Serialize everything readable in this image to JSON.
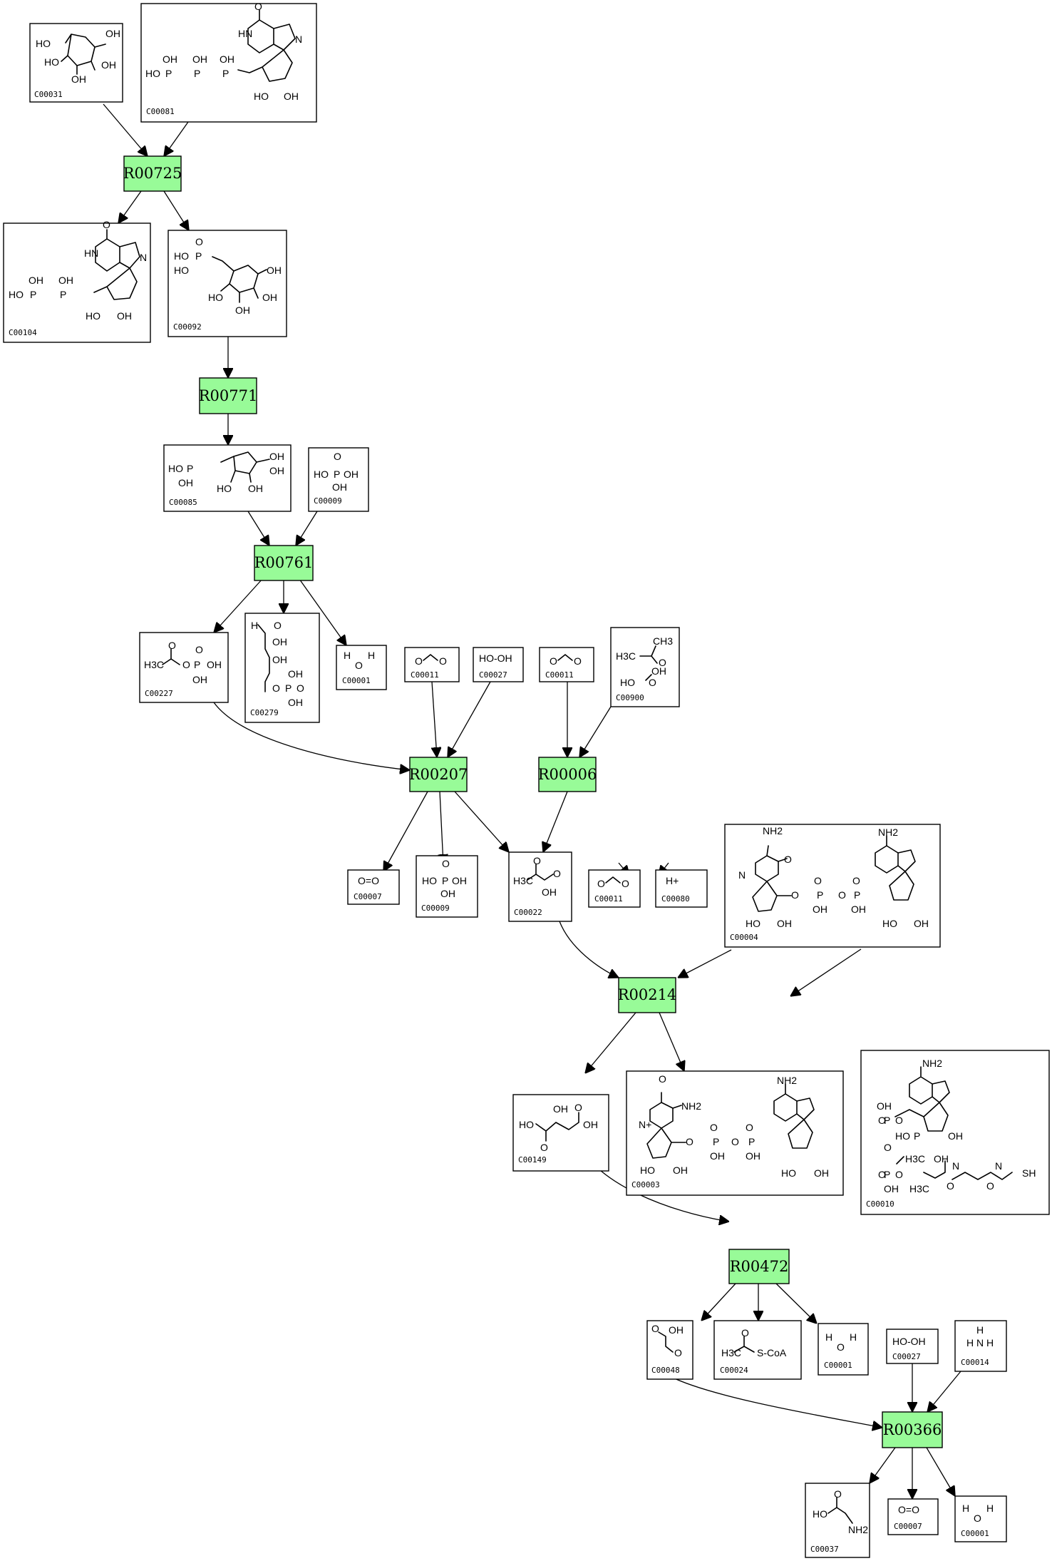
{
  "reactions": [
    {
      "id": "R00725",
      "label": "R00725"
    },
    {
      "id": "R00771",
      "label": "R00771"
    },
    {
      "id": "R00761",
      "label": "R00761"
    },
    {
      "id": "R00207",
      "label": "R00207"
    },
    {
      "id": "R00006",
      "label": "R00006"
    },
    {
      "id": "R00214",
      "label": "R00214"
    },
    {
      "id": "R00472",
      "label": "R00472"
    },
    {
      "id": "R00366",
      "label": "R00366"
    }
  ],
  "compounds": [
    {
      "id": "n1",
      "label": "C00031",
      "structure": "glucose-ring"
    },
    {
      "id": "n2",
      "label": "C00081",
      "structure": "nucleotide-triphosphate"
    },
    {
      "id": "n3",
      "label": "C00104",
      "structure": "nucleotide-diphosphate"
    },
    {
      "id": "n4",
      "label": "C00092",
      "structure": "glucose-6-phosphate"
    },
    {
      "id": "n5",
      "label": "C00085",
      "structure": "fructose-6-phosphate"
    },
    {
      "id": "n6",
      "label": "C00009",
      "structure": "phosphate"
    },
    {
      "id": "n7",
      "label": "C00227",
      "structure": "acetyl-phosphate"
    },
    {
      "id": "n8",
      "label": "C00279",
      "structure": "erythrose-4-phosphate"
    },
    {
      "id": "n9",
      "label": "C00001",
      "structure": "water"
    },
    {
      "id": "n10",
      "label": "C00011",
      "structure": "carbon-dioxide"
    },
    {
      "id": "n11",
      "label": "C00027",
      "structure": "hydrogen-peroxide"
    },
    {
      "id": "n12",
      "label": "C00011",
      "structure": "carbon-dioxide"
    },
    {
      "id": "n13",
      "label": "C00900",
      "structure": "acetolactate"
    },
    {
      "id": "n14",
      "label": "C00007",
      "structure": "oxygen"
    },
    {
      "id": "n15",
      "label": "C00009",
      "structure": "phosphate"
    },
    {
      "id": "n16",
      "label": "C00022",
      "structure": "pyruvate"
    },
    {
      "id": "n17",
      "label": "C00011",
      "structure": "carbon-dioxide"
    },
    {
      "id": "n18",
      "label": "C00080",
      "structure": "proton"
    },
    {
      "id": "n19",
      "label": "C00004",
      "structure": "nadh"
    },
    {
      "id": "n20",
      "label": "C00149",
      "structure": "malate"
    },
    {
      "id": "n21",
      "label": "C00003",
      "structure": "nad"
    },
    {
      "id": "n22",
      "label": "C00010",
      "structure": "coenzyme-a"
    },
    {
      "id": "n23",
      "label": "C00048",
      "structure": "glyoxylate"
    },
    {
      "id": "n24",
      "label": "C00024",
      "structure": "acetyl-coa"
    },
    {
      "id": "n25",
      "label": "C00001",
      "structure": "water"
    },
    {
      "id": "n26",
      "label": "C00027",
      "structure": "hydrogen-peroxide"
    },
    {
      "id": "n27",
      "label": "C00014",
      "structure": "ammonia"
    },
    {
      "id": "n28",
      "label": "C00037",
      "structure": "glycine"
    },
    {
      "id": "n29",
      "label": "C00007",
      "structure": "oxygen"
    },
    {
      "id": "n30",
      "label": "C00001",
      "structure": "water"
    }
  ],
  "atoms": {
    "HO": "HO",
    "OH": "OH",
    "O": "O",
    "P": "P",
    "N": "N",
    "HN": "HN",
    "NH2": "NH2",
    "H": "H",
    "H3C": "H3C",
    "CH3": "CH3",
    "HO-OH": "HO-OH",
    "O=O": "O=O",
    "Hplus": "H+",
    "SCoA": "S-CoA",
    "SH": "SH",
    "N+": "N+"
  }
}
